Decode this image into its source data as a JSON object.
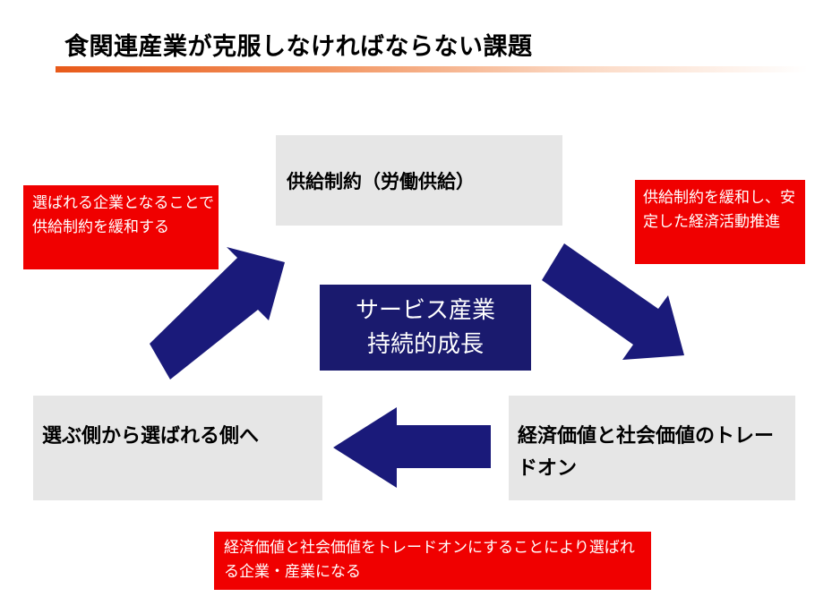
{
  "title": "食関連産業が克服しなければならない課題",
  "colors": {
    "title_bar": "#e85a1a",
    "center_box": "#1a1a6e",
    "arrow": "#1a1a7a",
    "red_box": "#f00000",
    "gray_box": "#e6e6e6"
  },
  "nodes": {
    "top": "供給制約（労働供給）",
    "left": "選ぶ側から選ばれる側へ",
    "right": "経済価値と社会価値のトレードオン"
  },
  "center": {
    "line1": "サービス産業",
    "line2": "持続的成長"
  },
  "notes": {
    "top_left": "選ばれる企業となることで供給制約を緩和する",
    "top_right": "供給制約を緩和し、安定した経済活動推進",
    "bottom": "経済価値と社会価値をトレードオンにすることにより選ばれる企業・産業になる"
  }
}
